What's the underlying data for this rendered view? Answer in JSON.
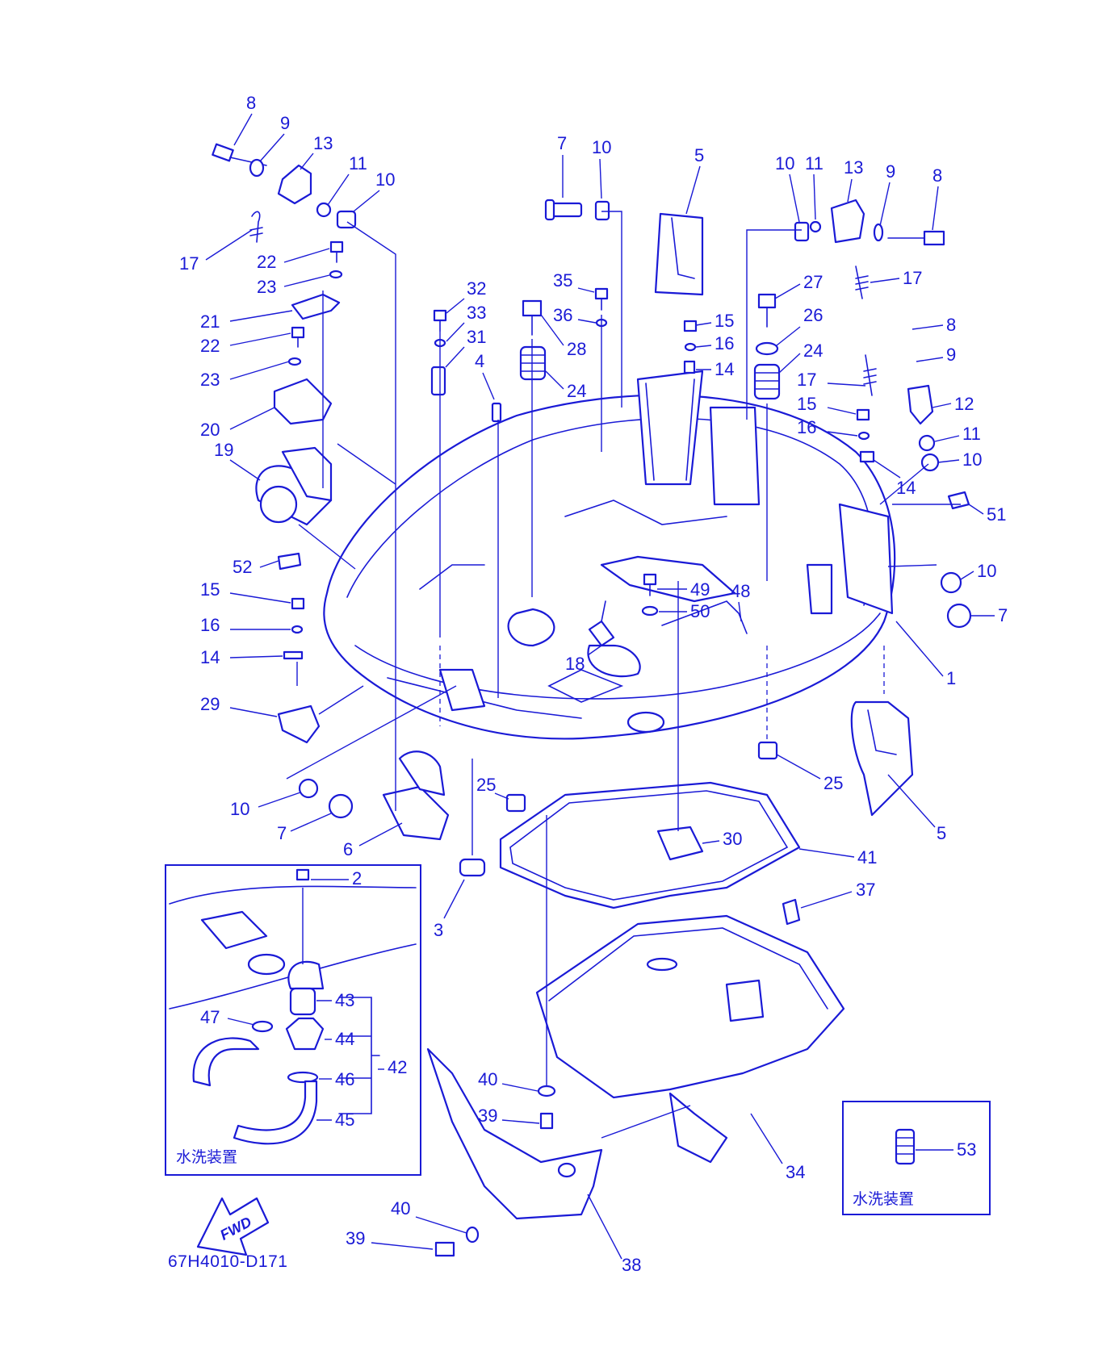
{
  "diagram_code": "67H4010-D171",
  "inset_caption": "水洗装置",
  "fwd_label": "FWD",
  "callouts": [
    "1",
    "2",
    "3",
    "4",
    "5",
    "6",
    "7",
    "8",
    "9",
    "10",
    "11",
    "12",
    "13",
    "14",
    "15",
    "16",
    "17",
    "18",
    "19",
    "20",
    "21",
    "22",
    "23",
    "24",
    "25",
    "26",
    "27",
    "28",
    "29",
    "30",
    "31",
    "32",
    "33",
    "34",
    "35",
    "36",
    "37",
    "38",
    "39",
    "40",
    "41",
    "42",
    "43",
    "44",
    "45",
    "46",
    "47",
    "48",
    "49",
    "50",
    "51",
    "52",
    "53"
  ],
  "colors": {
    "line": "#1a1ad6",
    "background": "#ffffff"
  }
}
